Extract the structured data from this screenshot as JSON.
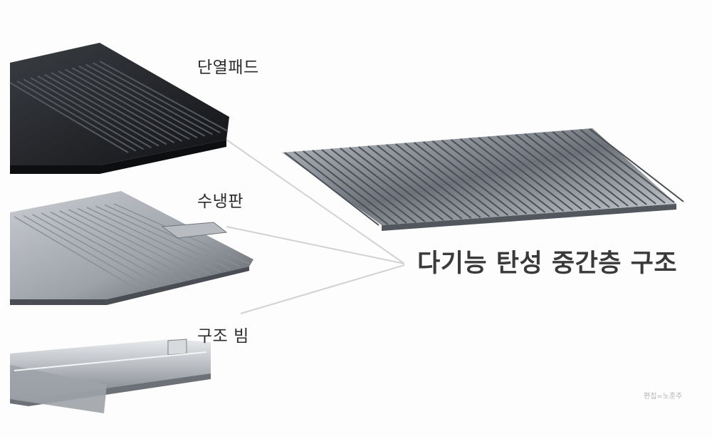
{
  "labels": {
    "pad": "단열패드",
    "plate": "수냉판",
    "beam": "구조 빔"
  },
  "title": "다기능 탄성 중간층 구조",
  "credit": "편집=노훈주",
  "colors": {
    "text": "#2b2b2b",
    "title": "#3a3a3a",
    "metal_dark": "#202226",
    "metal_light": "#c7cacf",
    "leader": "#d2d2d2"
  }
}
